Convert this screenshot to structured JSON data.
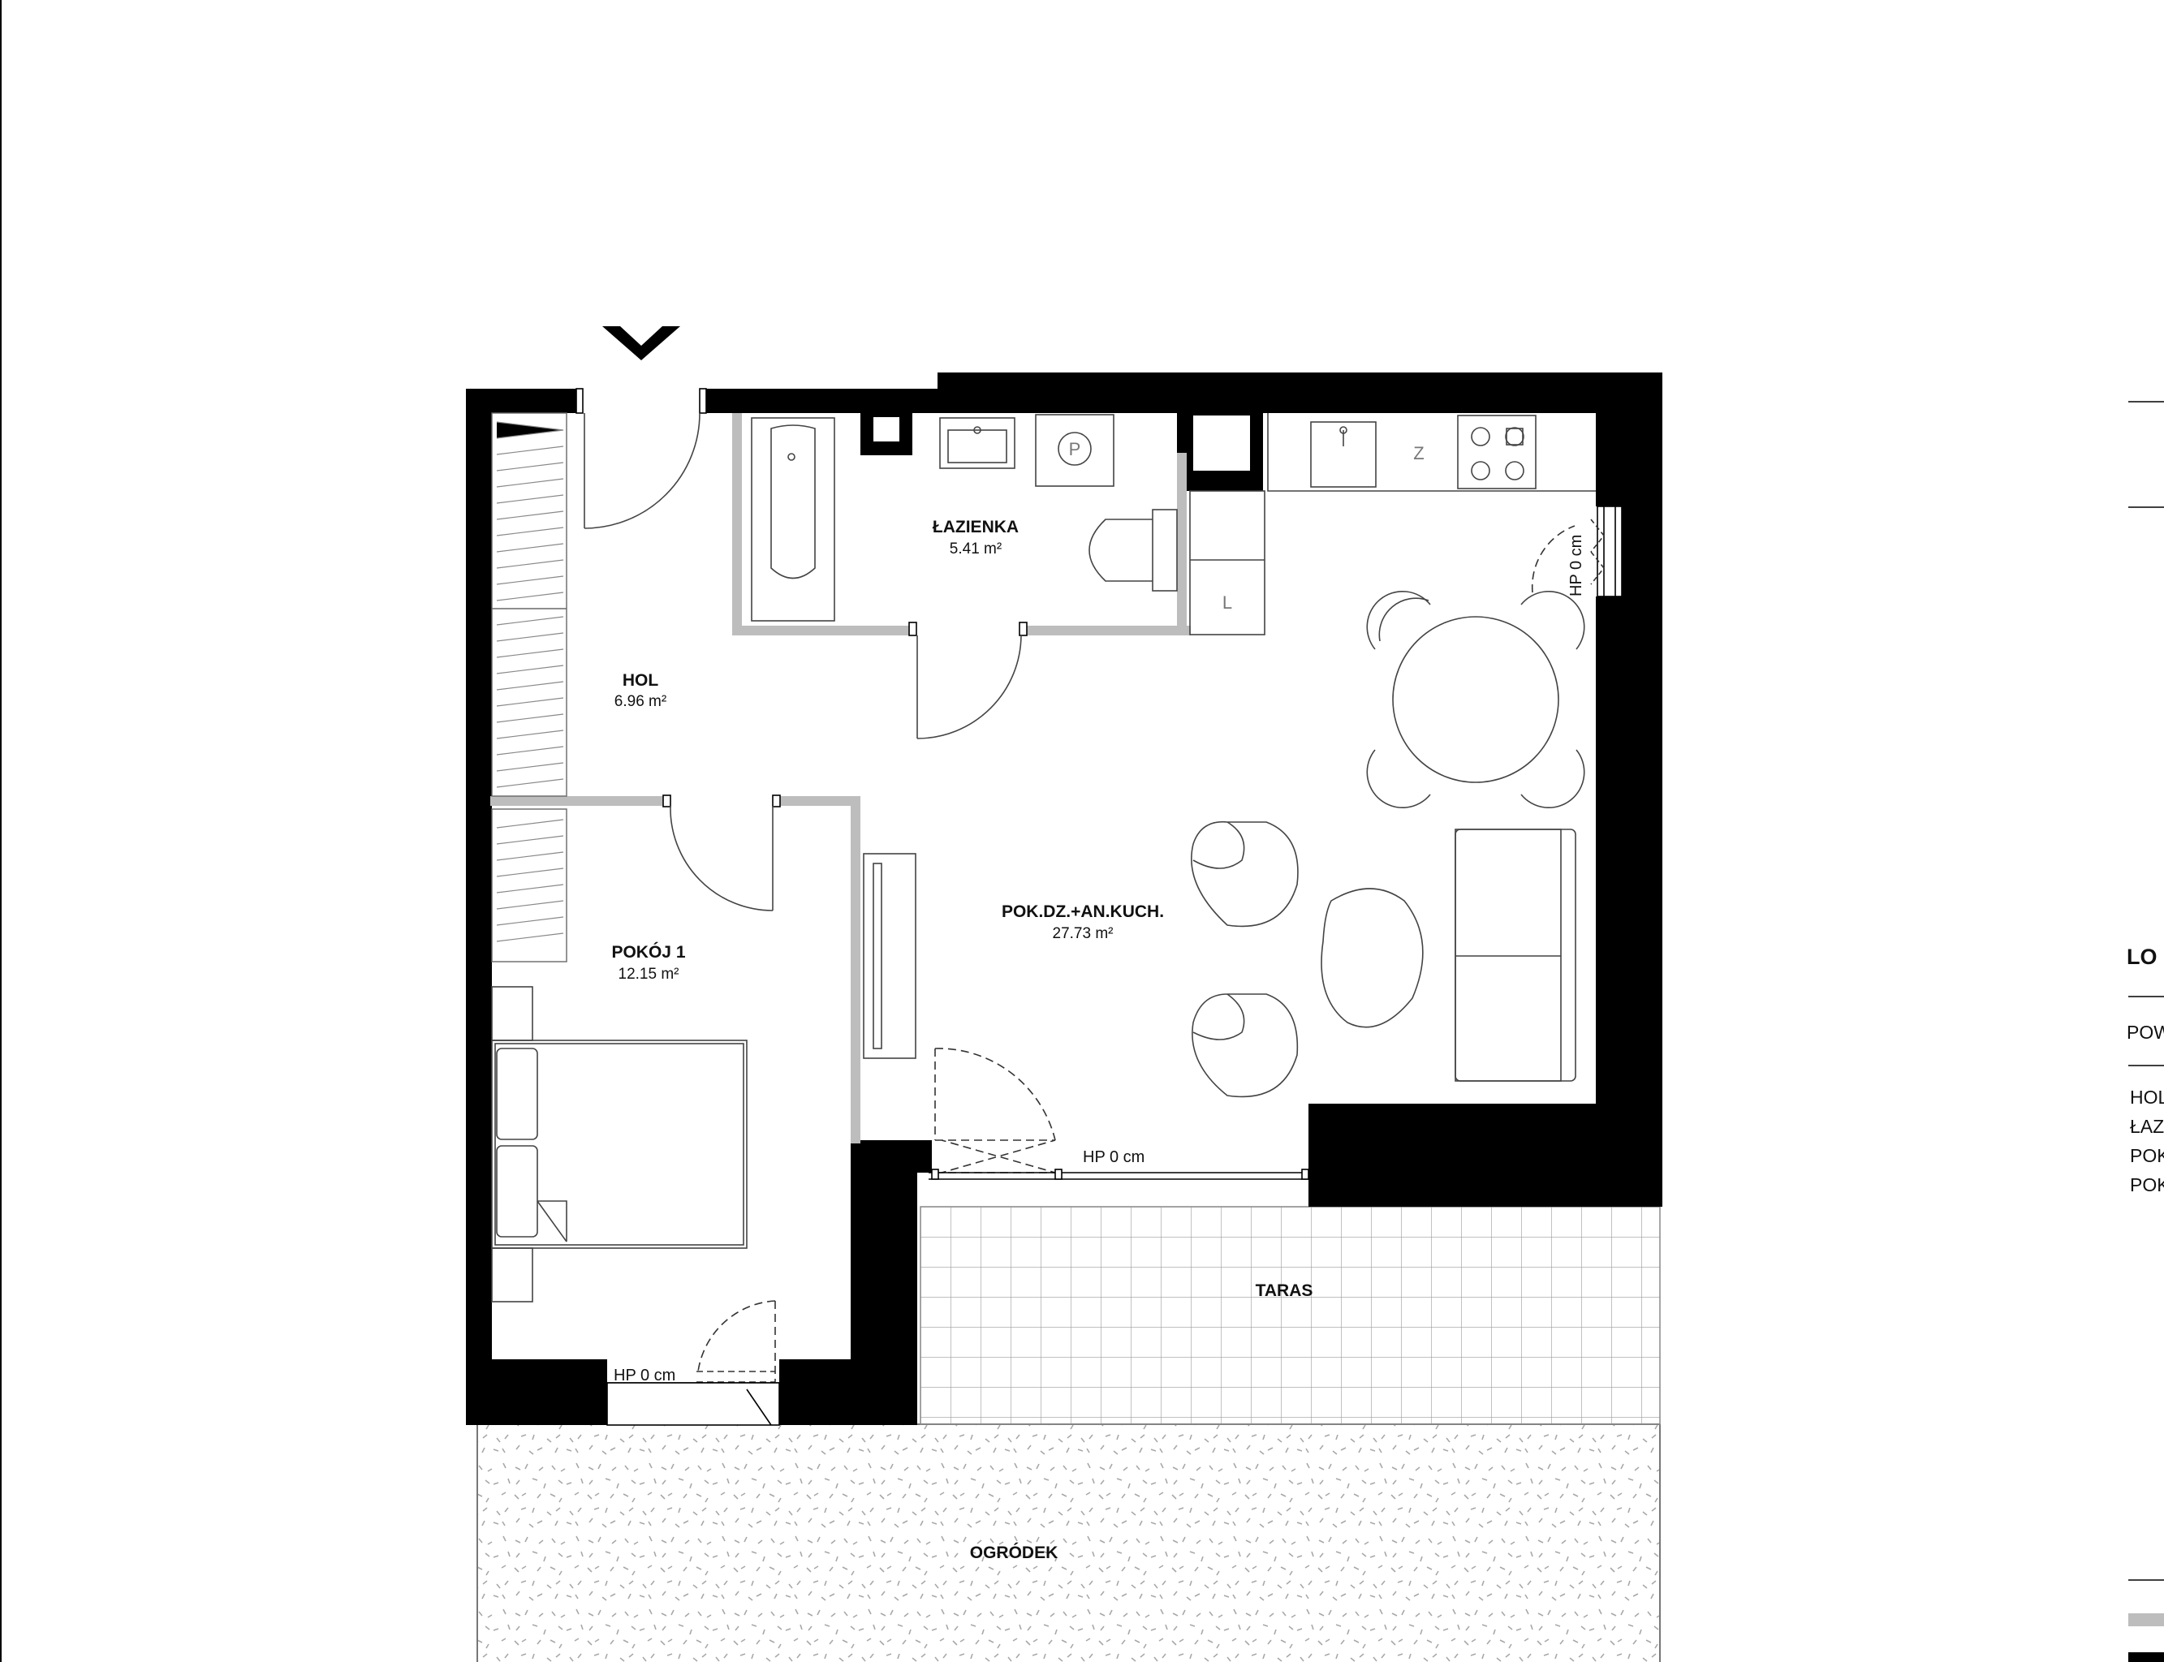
{
  "entrance_icon": "chevron-down-icon",
  "rooms": {
    "hol": {
      "name": "HOL",
      "area": "6.96 m²"
    },
    "lazienka": {
      "name": "ŁAZIENKA",
      "area": "5.41 m²"
    },
    "pokoj1": {
      "name": "POKÓJ 1",
      "area": "12.15 m²"
    },
    "salon": {
      "name": "POK.DZ.+AN.KUCH.",
      "area": "27.73 m²"
    },
    "taras": {
      "name": "TARAS"
    },
    "ogrodek": {
      "name": "OGRÓDEK"
    }
  },
  "thresholds": {
    "window_east": "HP 0 cm",
    "door_terrace": "HP 0 cm",
    "door_garden": "HP 0 cm"
  },
  "fixtures": {
    "washer_symbol": "P",
    "fridge_symbol": "Z",
    "dishwasher_symbol": "L"
  },
  "legend": {
    "title": "LO",
    "line1": "POW",
    "rows": [
      "HOL",
      "ŁAZ",
      "POK",
      "POK"
    ]
  },
  "colors": {
    "wall": "#000000",
    "partition": "#bdbdbd",
    "furniture": "#444444",
    "garden_speckle": "#a8a8a8"
  }
}
